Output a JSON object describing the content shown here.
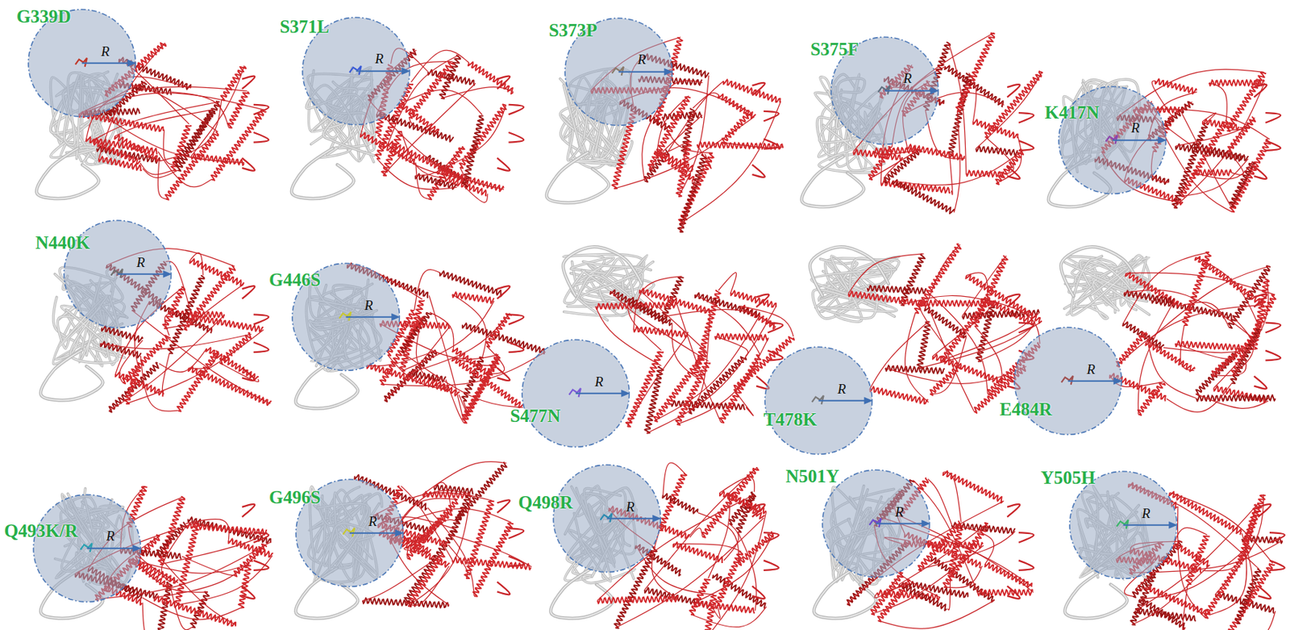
{
  "diagram": {
    "nodes": [
      {
        "text": [
          "G339D",
          "R"
        ]
      },
      {
        "text": [
          "S371L",
          "R"
        ]
      },
      {
        "text": [
          "S373P",
          "R"
        ]
      },
      {
        "text": [
          "S375F",
          "R"
        ]
      },
      {
        "text": [
          "K417N",
          "R"
        ]
      },
      {
        "text": [
          "N440K",
          "R"
        ]
      },
      {
        "text": [
          "G446S",
          "R"
        ]
      },
      {
        "text": [
          "S477N",
          "R"
        ]
      },
      {
        "text": [
          "T478K",
          "R"
        ]
      },
      {
        "text": [
          "E484R",
          "R"
        ]
      },
      {
        "text": [
          "Q493K/R",
          "R"
        ]
      },
      {
        "text": [
          "G496S",
          "R"
        ]
      },
      {
        "text": [
          "Q498R",
          "R"
        ]
      },
      {
        "text": [
          "N501Y",
          "R"
        ]
      },
      {
        "text": [
          "Y505H",
          "R"
        ]
      }
    ]
  }
}
